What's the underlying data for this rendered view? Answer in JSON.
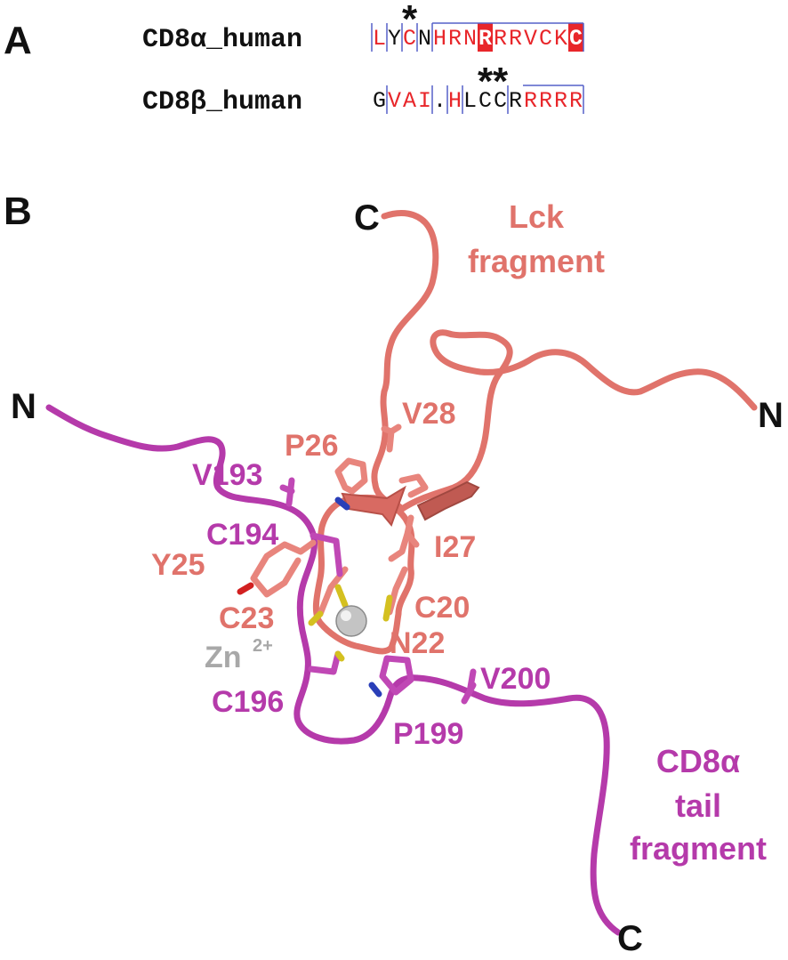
{
  "colors": {
    "lck": "#e0736b",
    "cd8": "#b53aaa",
    "sulfur": "#d4c020",
    "nitrogen": "#2a3fb8",
    "oxygen": "#d22020",
    "zinc": "#b5b5b5",
    "conserved_bg": "#e8262a",
    "similar_text": "#e8262a",
    "box_line": "#5560c8"
  },
  "panel_a": {
    "letter": "A",
    "rows": [
      {
        "name": "CD8α_human",
        "residues": [
          {
            "c": "L",
            "s": "red",
            "b": "l"
          },
          {
            "c": "Y",
            "s": "black",
            "b": "l"
          },
          {
            "c": "C",
            "s": "red",
            "b": "lr",
            "star": true
          },
          {
            "c": "N",
            "s": "black",
            "b": "r"
          },
          {
            "c": "H",
            "s": "red",
            "b": "t"
          },
          {
            "c": "R",
            "s": "red",
            "b": "t"
          },
          {
            "c": "N",
            "s": "red",
            "b": "t"
          },
          {
            "c": "R",
            "s": "white",
            "b": "t"
          },
          {
            "c": "R",
            "s": "red",
            "b": "t"
          },
          {
            "c": "R",
            "s": "red",
            "b": "t"
          },
          {
            "c": "V",
            "s": "red",
            "b": "t"
          },
          {
            "c": "C",
            "s": "red",
            "b": "t"
          },
          {
            "c": "K",
            "s": "red",
            "b": "t"
          },
          {
            "c": "C",
            "s": "white",
            "b": "tr"
          }
        ]
      },
      {
        "name": "CD8β_human",
        "residues": [
          {
            "c": "G",
            "s": "black",
            "b": ""
          },
          {
            "c": "V",
            "s": "red",
            "b": "l"
          },
          {
            "c": "A",
            "s": "red",
            "b": ""
          },
          {
            "c": "I",
            "s": "red",
            "b": "r"
          },
          {
            "c": ".",
            "s": "black",
            "b": ""
          },
          {
            "c": "H",
            "s": "red",
            "b": "lr"
          },
          {
            "c": "L",
            "s": "black",
            "b": ""
          },
          {
            "c": "C",
            "s": "black",
            "b": "",
            "star": true
          },
          {
            "c": "C",
            "s": "black",
            "b": "r",
            "star": true
          },
          {
            "c": "R",
            "s": "black",
            "b": ""
          },
          {
            "c": "R",
            "s": "red",
            "b": "t"
          },
          {
            "c": "R",
            "s": "red",
            "b": "t"
          },
          {
            "c": "R",
            "s": "red",
            "b": "t"
          },
          {
            "c": "R",
            "s": "red",
            "b": "tr"
          }
        ]
      }
    ],
    "star_symbol": "*"
  },
  "panel_b": {
    "letter": "B",
    "lck_title_line1": "Lck",
    "lck_title_line2": "fragment",
    "cd8_title_line1": "CD8α",
    "cd8_title_line2": "tail",
    "cd8_title_line3": "fragment",
    "lck_c_terminus": "C",
    "lck_n_terminus": "N",
    "cd8_n_terminus": "N",
    "cd8_c_terminus": "C",
    "zinc_label": "Zn",
    "zinc_charge": "2+",
    "lck_residues": [
      "V28",
      "P26",
      "I27",
      "Y25",
      "C23",
      "C20",
      "N22"
    ],
    "cd8_residues": [
      "V193",
      "C194",
      "C196",
      "V200",
      "P199"
    ]
  }
}
